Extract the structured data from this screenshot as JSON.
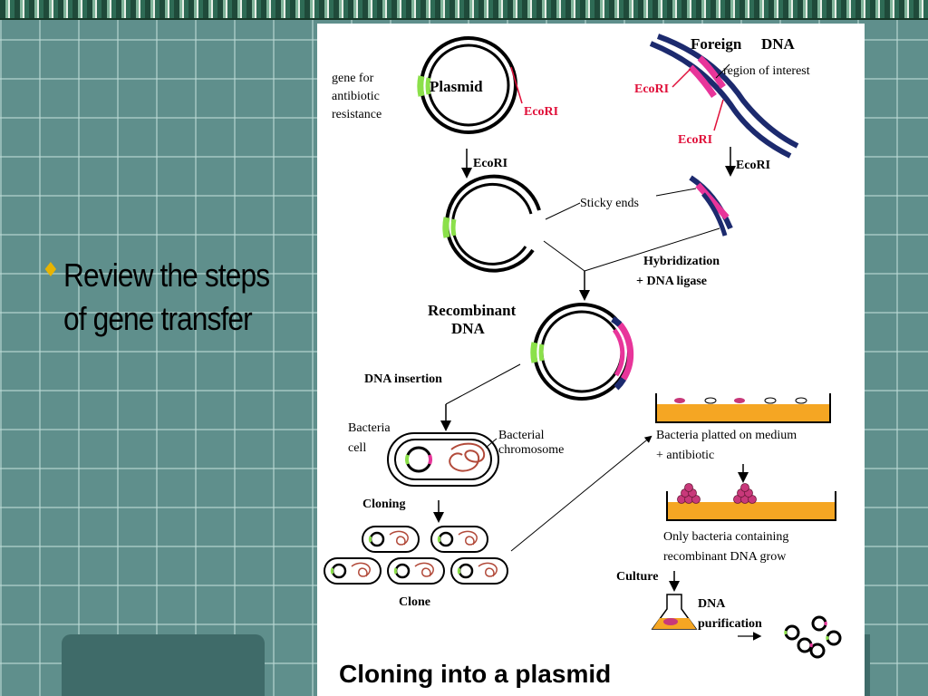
{
  "slide": {
    "bullet_symbol": "♦",
    "bullet_text": "Review the steps of gene transfer",
    "accent_color": "#e8b400",
    "background_color": "#5f8f8c"
  },
  "figure": {
    "caption": "Cloning into a plasmid",
    "labels": {
      "plasmid": "Plasmid",
      "gene_for": "gene for",
      "antibiotic": "antibiotic",
      "resistance": "resistance",
      "ecori_plasmid": "EcoRI",
      "foreign": "Foreign",
      "dna": "DNA",
      "region_of_interest": "region of interest",
      "ecori_foreign_1": "EcoRI",
      "ecori_foreign_2": "EcoRI",
      "arrow_ecori_left": "EcoRI",
      "arrow_ecori_right": "EcoRI",
      "sticky_ends": "Sticky ends",
      "hybridization": "Hybridization",
      "dna_ligase": "+ DNA ligase",
      "recombinant": "Recombinant",
      "recombinant_dna": "DNA",
      "dna_insertion": "DNA insertion",
      "bacteria": "Bacteria",
      "cell": "cell",
      "bacterial": "Bacterial",
      "chromosome": "chromosome",
      "cloning": "Cloning",
      "clone": "Clone",
      "platted": "Bacteria platted on medium",
      "plus_antibiotic": "+ antibiotic",
      "only_bacteria": "Only bacteria containing",
      "recombinant_grow": "recombinant DNA grow",
      "culture": "Culture",
      "purif_dna": "DNA",
      "purification": "purification"
    },
    "colors": {
      "green_gene": "#8be04a",
      "pink_insert": "#e8359a",
      "navy_dna": "#1c2a6e",
      "red_label": "#e0103a",
      "agar": "#f5a623",
      "colony": "#c8387a"
    }
  }
}
